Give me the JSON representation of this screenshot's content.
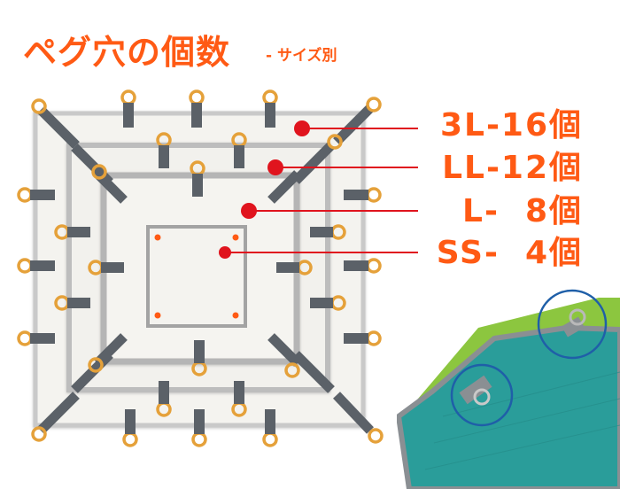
{
  "header": {
    "title": "ペグ穴の個数",
    "subtitle": "- サイズ別"
  },
  "sizes": [
    {
      "name": "3L",
      "label": "3L-16個",
      "count": 16
    },
    {
      "name": "LL",
      "label": "LL-12個",
      "count": 12
    },
    {
      "name": "L",
      "label": "L-  8個",
      "count": 8
    },
    {
      "name": "SS",
      "label": "SS-  4個",
      "count": 4
    }
  ],
  "colors": {
    "accent": "#ff5a14",
    "leader": "#e0141e",
    "strap": "#5b6168",
    "ring": "#e5a13a",
    "mat_teal": "#2a9d9a",
    "mat_green": "#8cc63f",
    "callout_circle": "#1f5fa8"
  }
}
